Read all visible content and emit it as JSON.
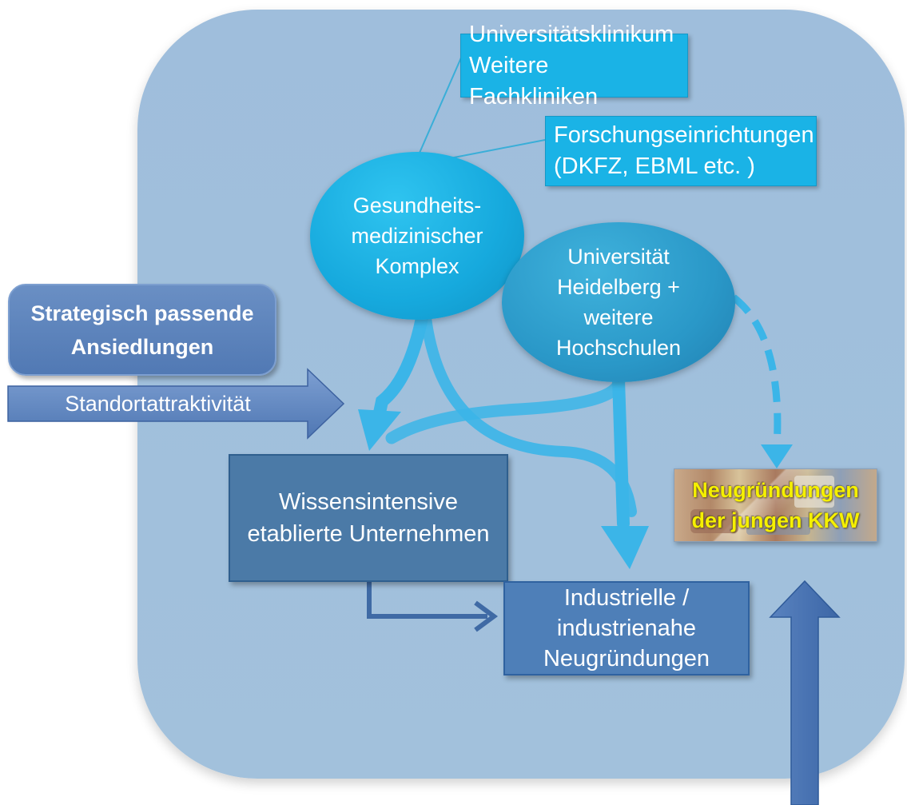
{
  "callouts": {
    "clinic": "Universitätsklinikum\nWeitere Fachkliniken",
    "research": "Forschungseinrichtungen\n(DKFZ, EBML etc. )"
  },
  "nodes": {
    "health_complex": "Gesundheits-\nmedizinischer\nKomplex",
    "university": "Universität\nHeidelberg +\nweitere\nHochschulen",
    "strategic": "Strategisch passende\nAnsiedlungen",
    "knowledge_firms": "Wissensintensive\netablierte Unternehmen",
    "industrial_startups": "Industrielle /\nindustrienahe\nNeugründungen",
    "kkw_startups_line1": "Neugründungen",
    "kkw_startups_line2": "der jungen KKW"
  },
  "arrows": {
    "location_label": "Standortattraktivität"
  },
  "colors": {
    "panel": "#a0bfdc",
    "callout": "#1ab3e6",
    "flow_arrow": "#3bb5e8",
    "dark_box": "#4b7aa7",
    "kkw_text": "#f5f000"
  }
}
